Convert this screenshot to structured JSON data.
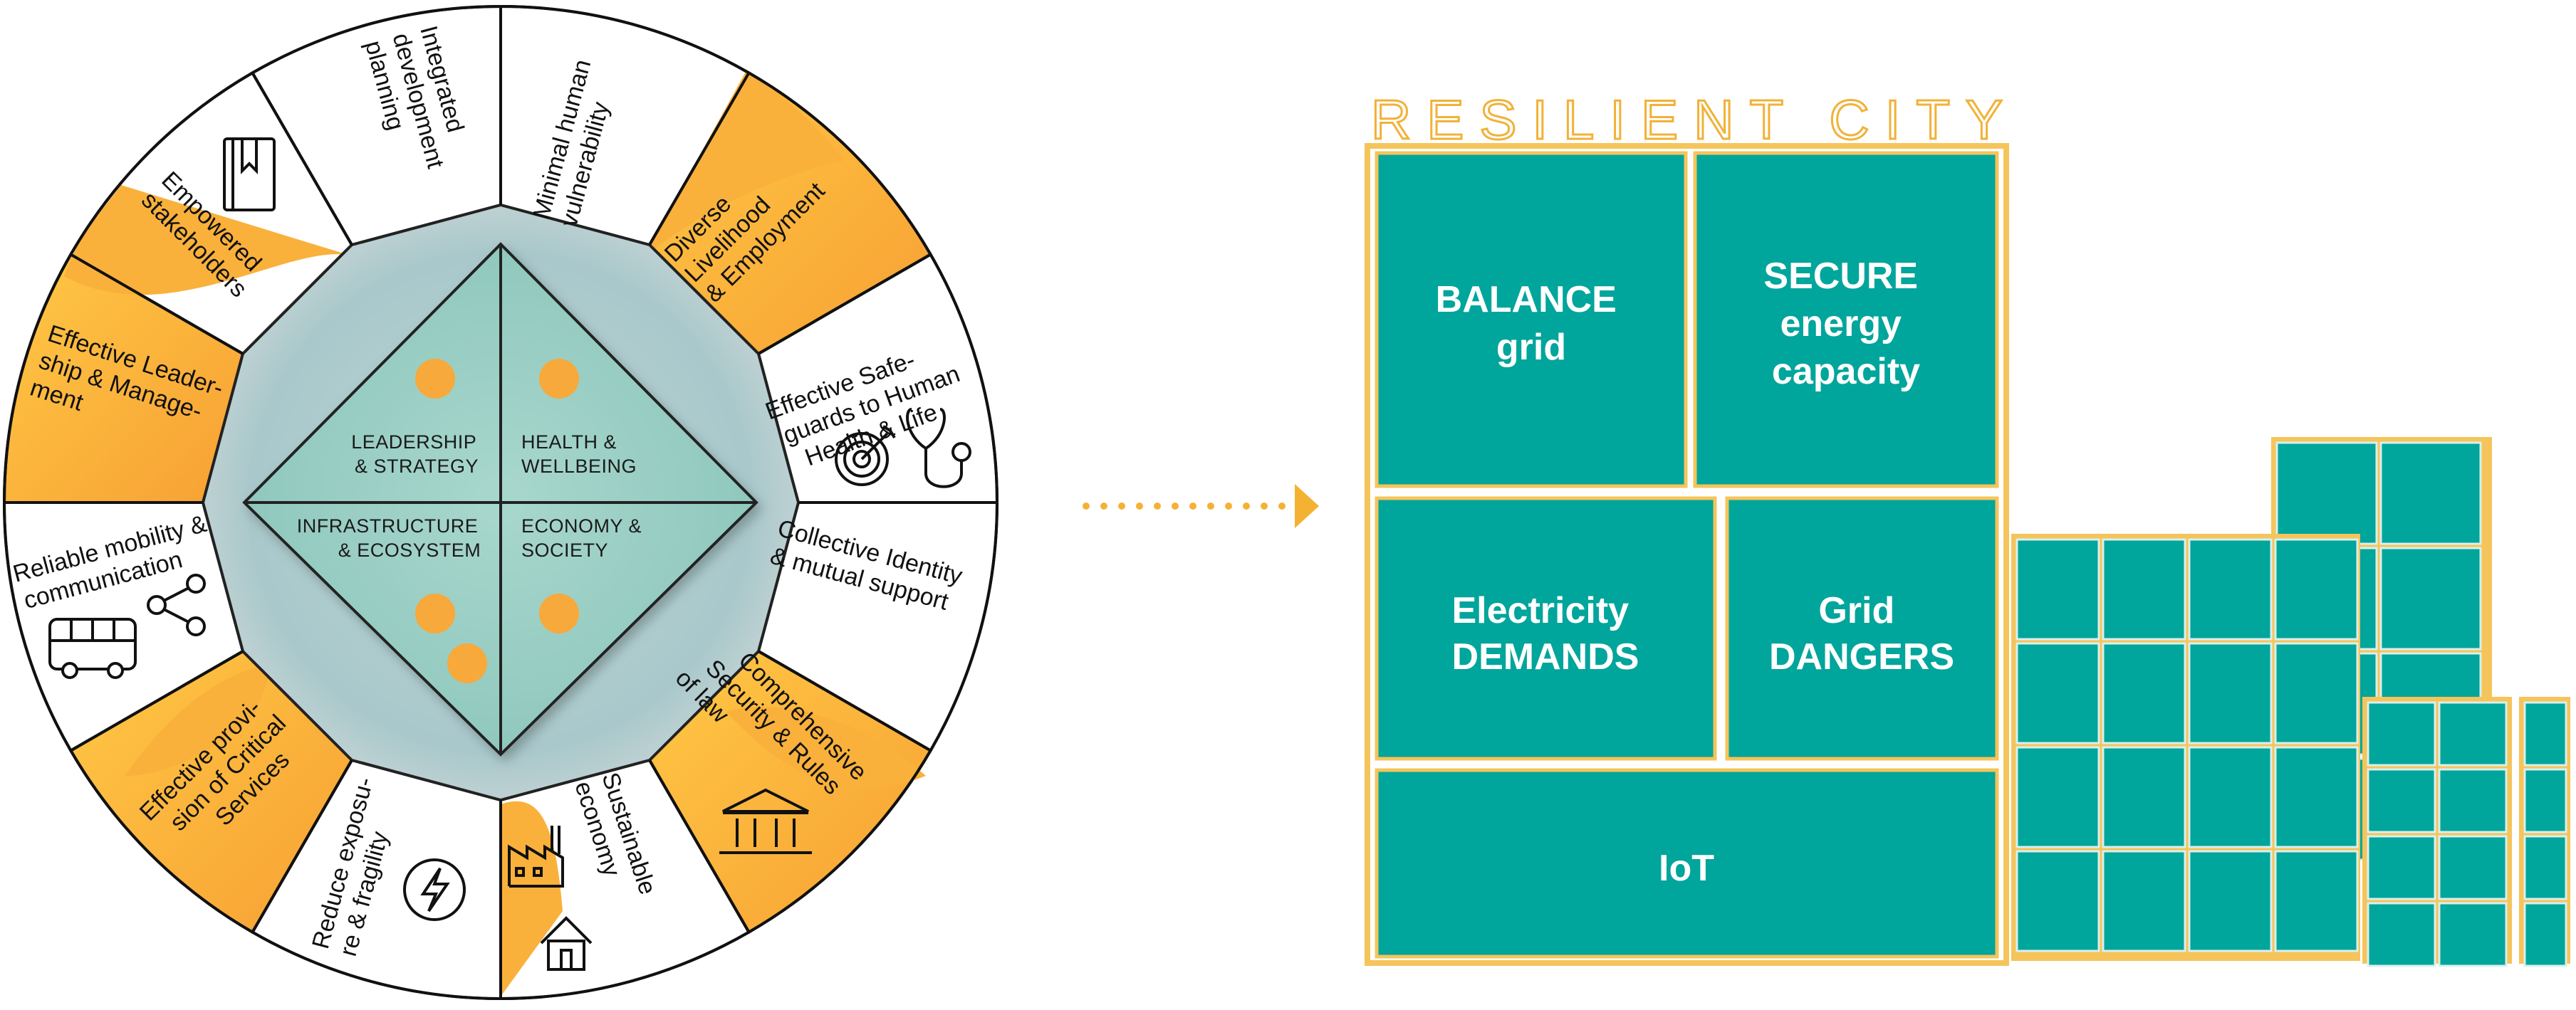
{
  "wheel": {
    "core_quadrants": [
      {
        "line1": "LEADERSHIP",
        "line2": "& STRATEGY"
      },
      {
        "line1": "HEALTH &",
        "line2": "WELLBEING"
      },
      {
        "line1": "INFRASTRUCTURE",
        "line2": "& ECOSYSTEM"
      },
      {
        "line1": "ECONOMY &",
        "line2": "SOCIETY"
      }
    ],
    "segments": [
      {
        "lines": [
          "Integrated",
          "development",
          "planning"
        ]
      },
      {
        "lines": [
          "Minimal human",
          "vulnerability"
        ]
      },
      {
        "lines": [
          "Diverse",
          "Livelihood",
          "& Employment"
        ]
      },
      {
        "lines": [
          "Effective Safe-",
          "guards to Human",
          "Health & Life"
        ]
      },
      {
        "lines": [
          "Collective Identity",
          "& mutual support"
        ]
      },
      {
        "lines": [
          "Comprehensive",
          "Security & Rules",
          "of law"
        ]
      },
      {
        "lines": [
          "Sustainable",
          "economy"
        ]
      },
      {
        "lines": [
          "Reduce exposu-",
          "re & fragility"
        ]
      },
      {
        "lines": [
          "Effective provi-",
          "sion of Critical",
          "Services"
        ]
      },
      {
        "lines": [
          "Reliable mobility &",
          "communication"
        ]
      },
      {
        "lines": [
          "Effective Leader-",
          "ship & Manage-",
          "ment"
        ]
      },
      {
        "lines": [
          "Empowered",
          "stakeholders"
        ]
      }
    ],
    "icons": [
      "book-icon",
      "target-icon",
      "stethoscope-icon",
      "bus-icon",
      "share-icon",
      "bank-icon",
      "lightning-icon",
      "factory-icon",
      "house-icon"
    ]
  },
  "city": {
    "title": "RESILIENT CITY",
    "boxes": [
      {
        "line1": "BALANCE",
        "line2": "grid"
      },
      {
        "line1": "SECURE",
        "line2": "energy",
        "line3": "capacity"
      },
      {
        "line1": "Electricity",
        "line2": "DEMANDS"
      },
      {
        "line1": "Grid",
        "line2": "DANGERS"
      },
      {
        "line1": "IoT"
      }
    ]
  },
  "colors": {
    "orange": "#f9b13c",
    "orange_dark": "#f7a42f",
    "teal": "#00a59b",
    "core_teal": "#9fcfc6",
    "outline_yellow": "#f5c45a"
  }
}
